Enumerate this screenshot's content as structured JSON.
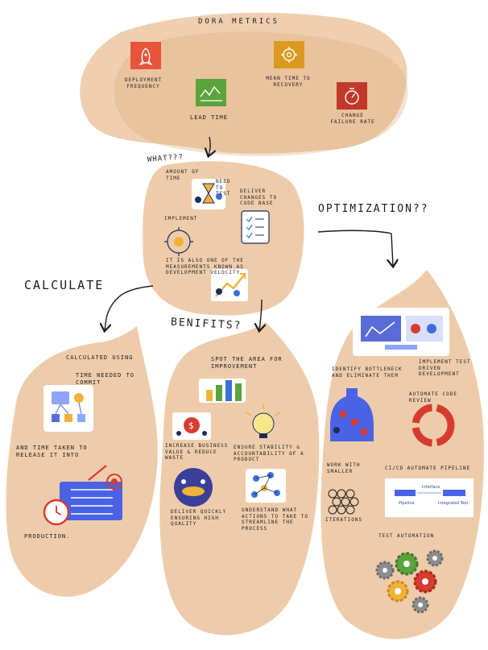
{
  "title": "DORA METRICS",
  "metrics": [
    {
      "label": "DEPLOYMENT FREQUENCY",
      "icon": "rocket-icon",
      "color": "#e8533b"
    },
    {
      "label": "LEAD TIME",
      "icon": "chart-icon",
      "color": "#5ba33b"
    },
    {
      "label": "MEAN TIME TO RECOVERY",
      "icon": "gear-icon",
      "color": "#d99a1f"
    },
    {
      "label": "CHANGE FAILURE RATE",
      "icon": "timer-icon",
      "color": "#c2392b"
    }
  ],
  "what": {
    "heading": "WHAT???",
    "amount_of_time": "AMOUNT OF TIME",
    "need_to_test": "NEED TO TEST",
    "deliver_changes": "DELIVER CHANGES TO CODE BASE",
    "implement": "IMPLEMENT",
    "measurement_note": "IT IS ALSO ONE OF THE MEASUREMENTS KNOWN AS DEVELOPMENT VELOCITY"
  },
  "calculate": {
    "heading": "CALCULATE",
    "calculated_using": "CALCULATED USING",
    "time_needed": "TIME NEEDED TO COMMIT",
    "and_time_taken": "AND TIME TAKEN TO RELEASE IT INTO",
    "production": "PRODUCTION."
  },
  "benefits": {
    "heading": "BENIFITS?",
    "spot_area": "SPOT THE AREA FOR IMPROVEMENT",
    "increase_value": "INCREASE BUSINESS VALUE & REDUCE WASTE",
    "ensure_stability": "ENSURE STABILITY & ACCOUNTABILITY OF A PRODUCT",
    "deliver_quickly": "DELIVER QUICKLY ENSURING HIGH QUALITY",
    "understand_actions": "UNDERSTAND WHAT ACTIONS TO TAKE TO STREAMLINE THE PROCESS"
  },
  "optimization": {
    "heading": "OPTIMIZATION??",
    "identify_bottleneck": "IDENTIFY BOTTLENECK AND ELIMINATE THEM",
    "implement_tdd": "IMPLEMENT TEST DRIVEN DEVELOPMENT",
    "automate_review": "AUTOMATE CODE REVIEW",
    "work_smaller": "WORK WITH SMALLER",
    "iterations": "ITERATIONS",
    "cicd": "CI/CD AUTOMATE PIPELINE",
    "pipeline_label": "Pipeline",
    "integrated_test_label": "Integrated Test",
    "interface_label": "Interface",
    "test_automation": "TEST AUTOMATION"
  },
  "colors": {
    "blob": "#ecc7a2",
    "blob_dark": "#e0ad7e",
    "ink": "#1c1c1c"
  }
}
